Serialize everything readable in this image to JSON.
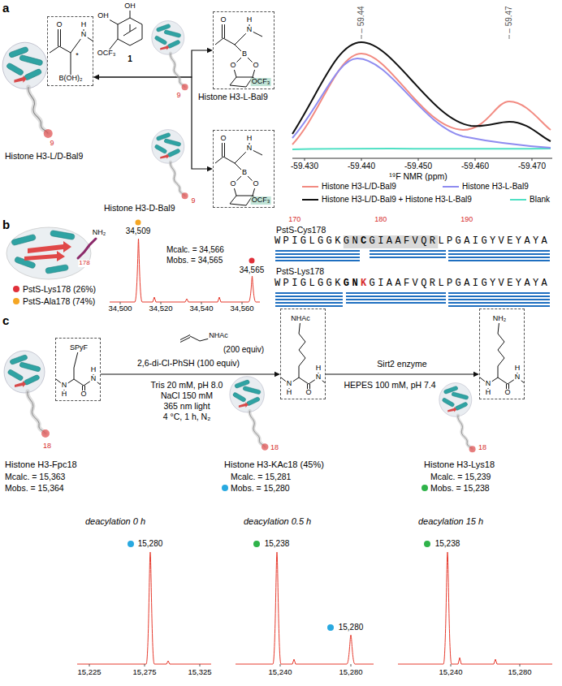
{
  "diagram": {
    "nodes": [
      {
        "text": [
          "O",
          "H",
          "N",
          "*",
          "B(OH)₂"
        ]
      },
      {
        "text": [
          "O",
          "H",
          "N",
          "O",
          "O",
          "B",
          "OCF₃"
        ]
      },
      {
        "text": [
          "O",
          "H",
          "N",
          "O",
          "O",
          "B",
          "OCF₃"
        ]
      },
      {
        "text": [
          "SPyF",
          "N",
          "H",
          "O",
          "N",
          "H"
        ]
      },
      {
        "text": [
          "NHAc",
          "N",
          "H",
          "O",
          "N",
          "H"
        ]
      },
      {
        "text": [
          "NH₂",
          "N",
          "H",
          "O",
          "N",
          "H"
        ]
      }
    ],
    "edges": [
      {
        "from": 0,
        "to": 1,
        "arrow": "both"
      },
      {
        "from": 0,
        "to": 2,
        "arrow": "both"
      },
      {
        "from": 3,
        "to": 4,
        "arrow": "to"
      },
      {
        "from": 4,
        "to": 5,
        "arrow": "to"
      }
    ],
    "labels": [
      "a",
      "b",
      "c",
      "9",
      "Histone H3-L/D-Bal9",
      "OH",
      "OH",
      "OCF₃",
      "1",
      "9",
      "Histone H3-L-Bal9",
      "9",
      "Histone H3-D-Bal9",
      "– 59.44",
      "– 59.47",
      "-59.430",
      "-59.440",
      "-59.450",
      "-59.460",
      "-59.470",
      "¹⁹F NMR (ppm)",
      "NH₂",
      "178",
      "PstS-Lys178 (26%)",
      "PstS-Ala178 (74%)",
      "34,509",
      "Mcalc. = 34,566",
      "Mobs. = 34,565",
      "34,565",
      "34,500",
      "34,520",
      "34,540",
      "34,560",
      "170",
      "180",
      "190",
      "PstS-Cys178",
      "WPIGLGGKGN",
      "C",
      "GIAAFVQRLPGAIGYVEYAYA",
      "PstS-Lys178",
      "WPIGLGGK",
      "GN",
      "K",
      "GIAAFVQRLPGAIGYVEYAYA",
      "18",
      "Histone H3-Fpc18",
      "Mcalc. = 15,363",
      "Mobs. = 15,364",
      "NHAc",
      "(200 equiv)",
      "2,6-di-Cl-PhSH (100 equiv)",
      "Tris 20 mM, pH 8.0",
      "NaCl 150 mM",
      "365 nm light",
      "4 °C, 1 h, N₂",
      "18",
      "Histone H3-KAc18 (45%)",
      "Mcalc. = 15,281",
      "Mobs. = 15,280",
      "Sirt2 enzyme",
      "HEPES 100 mM, pH 7.4",
      "18",
      "Histone H3-Lys18",
      "Mcalc. = 15,239",
      "Mobs. = 15,238",
      "deacylation 0 h",
      "15,280",
      "15,225",
      "15,275",
      "15,325",
      "deacylation 0.5 h",
      "15,238",
      "15,280",
      "15,240",
      "15,280",
      "deacylation 15 h",
      "15,238",
      "15,240",
      "15,280"
    ],
    "legend": [
      {
        "text": "Histone H3-L/D-Bal9"
      },
      {
        "text": "Histone H3-L-Bal9"
      },
      {
        "text": "Histone H3-L/D-Bal9 + Histone H3-L-Bal9"
      },
      {
        "text": "Blank"
      }
    ]
  }
}
